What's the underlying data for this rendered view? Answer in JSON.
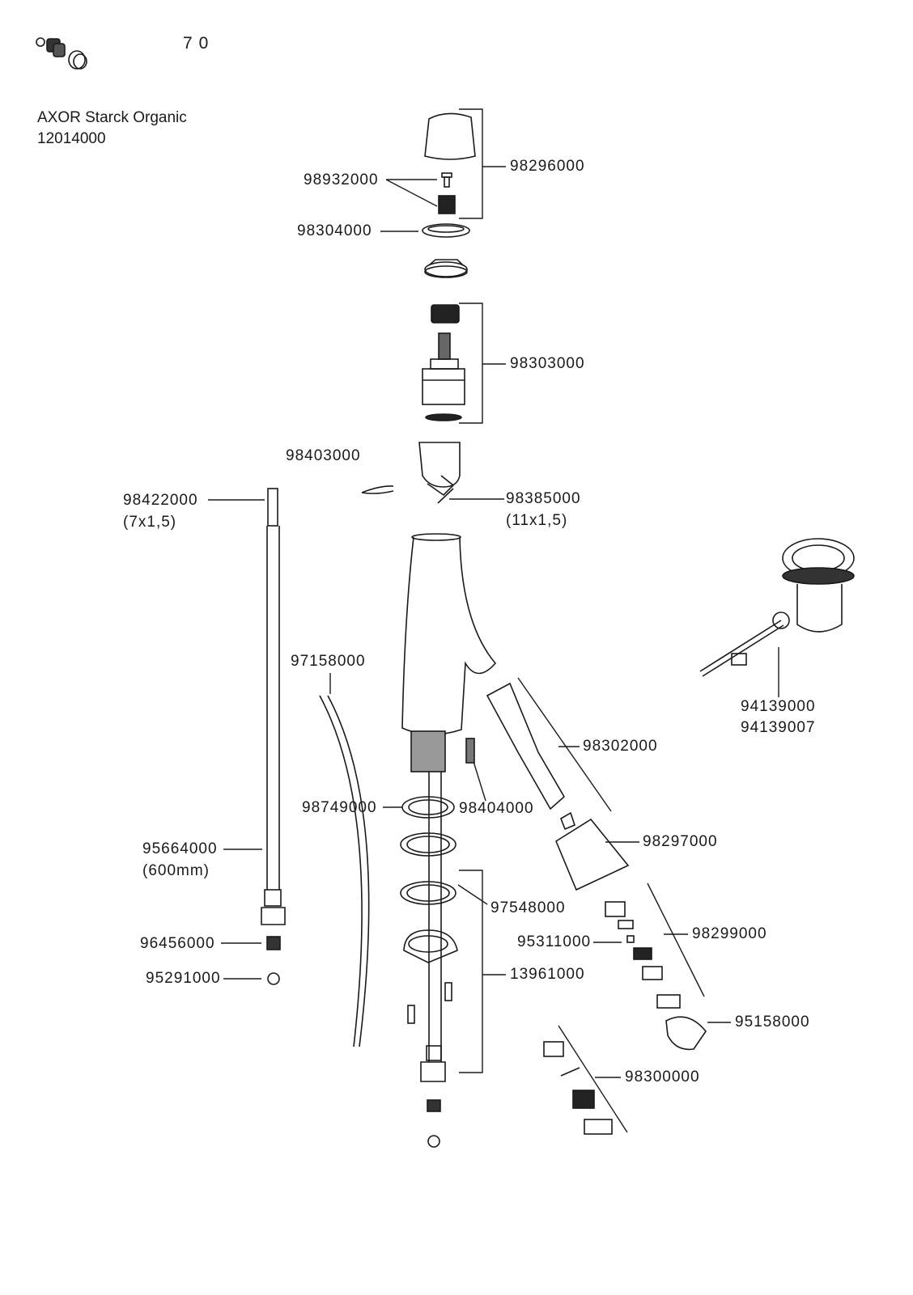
{
  "header": {
    "page_number": "70",
    "icon": "cartridge-parts-icon",
    "product_name": "AXOR Starck Organic",
    "product_code": "12014000"
  },
  "parts": {
    "p98296000": "98296000",
    "p98932000": "98932000",
    "p98304000": "98304000",
    "p98303000": "98303000",
    "p98403000": "98403000",
    "p98385000": "98385000",
    "p98385000_note": "(11x1,5)",
    "p98422000": "98422000",
    "p98422000_note": "(7x1,5)",
    "p97158000": "97158000",
    "p94139000": "94139000",
    "p94139007": "94139007",
    "p98302000": "98302000",
    "p98749000": "98749000",
    "p98404000": "98404000",
    "p98297000": "98297000",
    "p95664000": "95664000",
    "p95664000_note": "(600mm)",
    "p97548000": "97548000",
    "p98299000": "98299000",
    "p96456000": "96456000",
    "p95311000": "95311000",
    "p95291000": "95291000",
    "p13961000": "13961000",
    "p95158000": "95158000",
    "p98300000": "98300000"
  }
}
